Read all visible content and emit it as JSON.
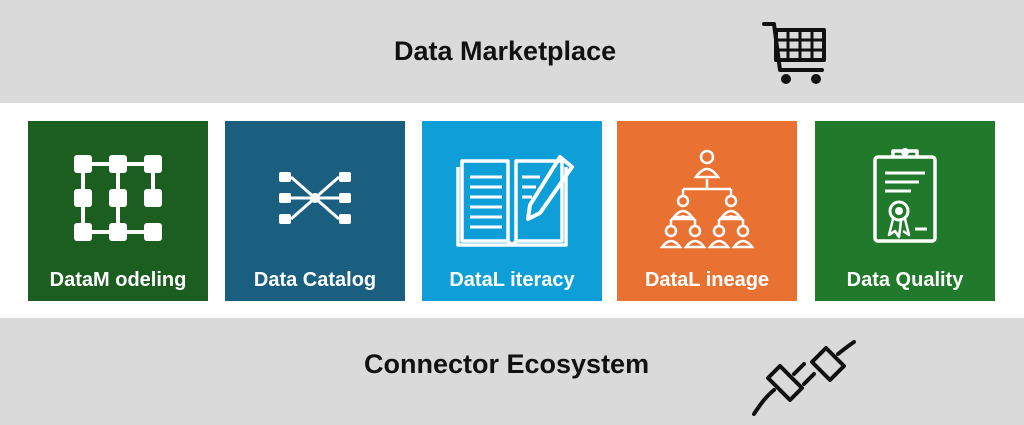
{
  "marketplace": {
    "title": "Data Marketplace",
    "icon": "shopping-cart-icon"
  },
  "tiles": [
    {
      "label": "DataM odeling",
      "color": "#1b5e20",
      "icon": "modeling-grid-icon"
    },
    {
      "label": "Data Catalog",
      "color": "#1a5e80",
      "icon": "network-nodes-icon"
    },
    {
      "label": "DataL iteracy",
      "color": "#0f9fd8",
      "icon": "book-pen-icon"
    },
    {
      "label": "DataL ineage",
      "color": "#e97132",
      "icon": "hierarchy-people-icon"
    },
    {
      "label": "Data Quality",
      "color": "#217a2b",
      "icon": "certificate-clipboard-icon"
    }
  ],
  "connector": {
    "title": "Connector Ecosystem",
    "icon": "plug-icon"
  }
}
